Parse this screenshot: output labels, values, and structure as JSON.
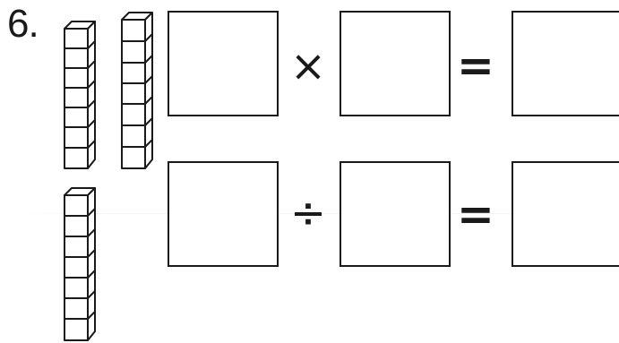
{
  "problem": {
    "number": "6.",
    "row1": {
      "operator": "×",
      "equals": "="
    },
    "row2": {
      "operator": "÷",
      "equals": "="
    }
  },
  "model": {
    "rods": 3,
    "cubes_per_rod": 7
  }
}
